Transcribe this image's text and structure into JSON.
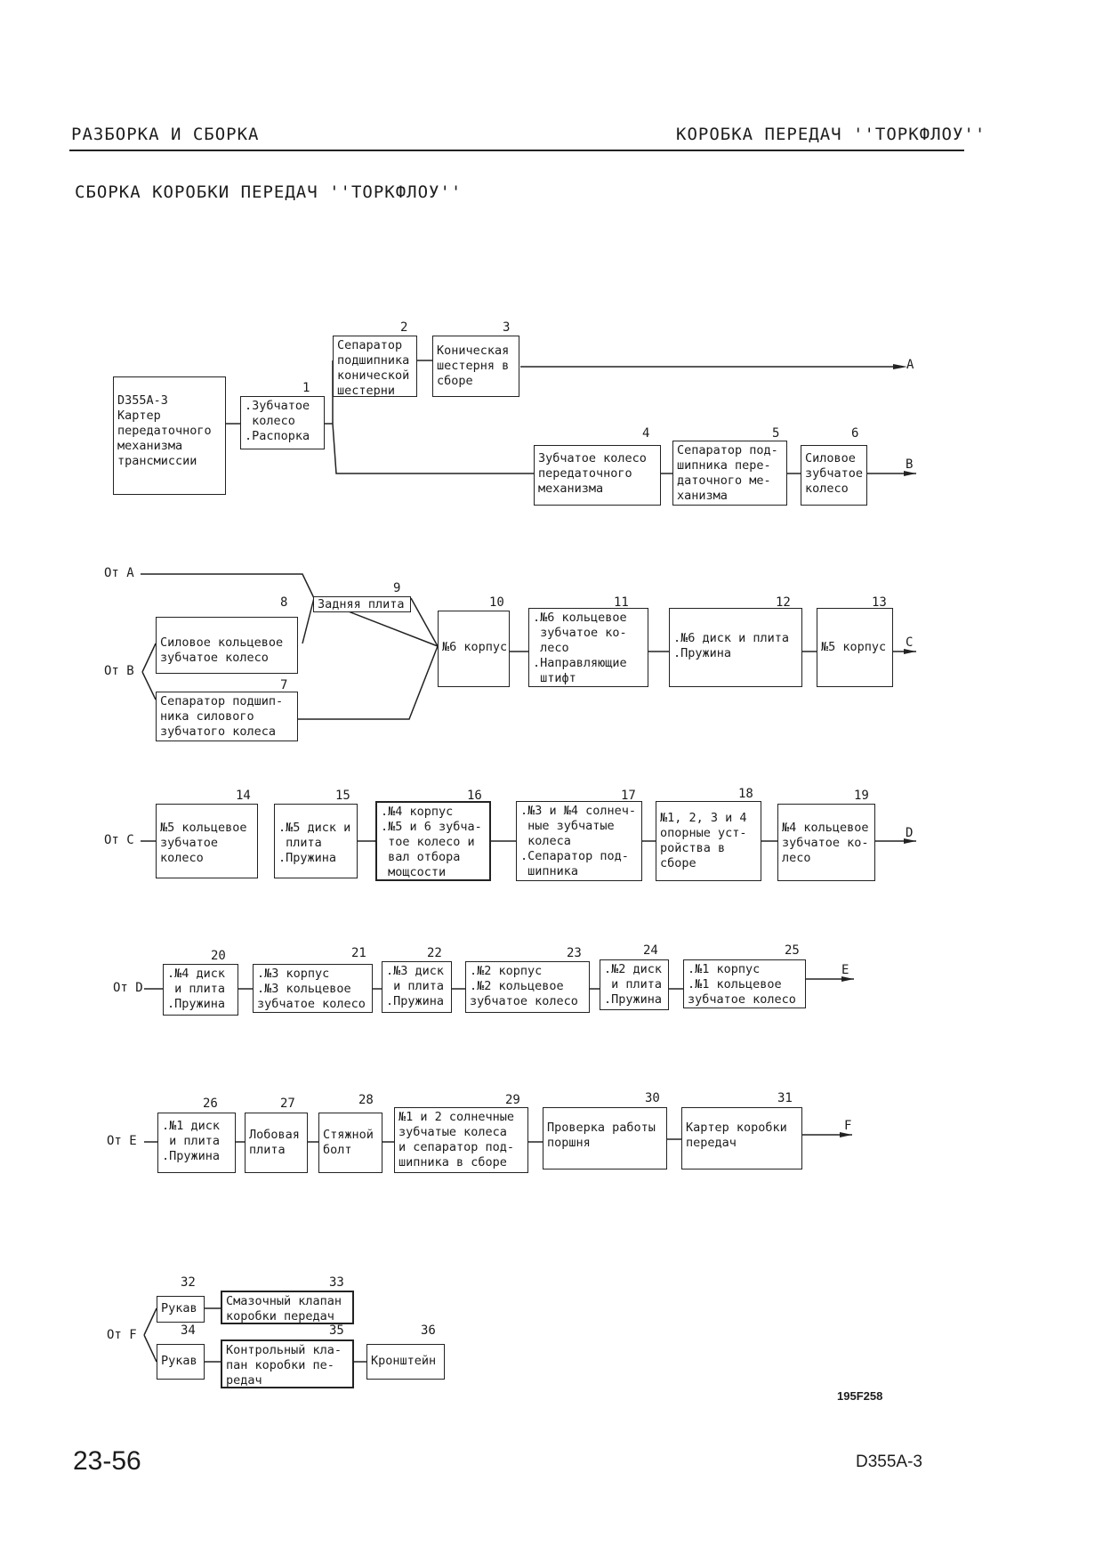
{
  "header": {
    "left": "РАЗБОРКА И СБОРКА",
    "right": "КОРОБКА ПЕРЕДАЧ ''ТОРКФЛОУ''",
    "title": "СБОРКА КОРОБКИ ПЕРЕДАЧ ''ТОРКФЛОУ''"
  },
  "boxes": {
    "base": "D355A-3\nКартер\nпередаточного\nмеханизма\nтрансмиссии",
    "b1": ".Зубчатое\n колесо\n.Распорка",
    "b2": "Сепаратор\nподшипника\nконической\nшестерни",
    "b3": "Коническая\nшестерня в\nсборе",
    "b4": "Зубчатое колесо\nпередаточного\nмеханизма",
    "b5": "Сепаратор под-\nшипника пере-\nдаточного ме-\nханизма",
    "b6": "Силовое\nзубчатое\nколесо",
    "b7": "Сепаратор подшип-\nника силового\nзубчатого колеса",
    "b8": "Силовое кольцевое\nзубчатое колесо",
    "b9": "Задняя плита",
    "b10": "№6 корпус",
    "b11": ".№6 кольцевое\n зубчатое ко-\n лесо\n.Направляющие\n штифт",
    "b12": ".№6 диск и плита\n.Пружина",
    "b13": "№5 корпус",
    "b14": "№5 кольцевое\nзубчатое\nколесо",
    "b15": ".№5 диск и\n плита\n.Пружина",
    "b16": ".№4 корпус\n.№5 и 6 зубча-\n тое колесо и\n вал отбора\n мощсости",
    "b17": ".№3 и №4 солнеч-\n ные зубчатые\n колеса\n.Сепаратор под-\n шипника",
    "b18": "№1, 2, 3 и 4\nопорные уст-\nройства в\nсборе",
    "b19": "№4 кольцевое\nзубчатое ко-\nлесо",
    "b20": ".№4 диск\n и плита\n.Пружина",
    "b21": ".№3 корпус\n.№3 кольцевое\nзубчатое колесо",
    "b22": ".№3 диск\n и плита\n.Пружина",
    "b23": ".№2 корпус\n.№2 кольцевое\nзубчатое колесо",
    "b24": ".№2 диск\n и плита\n.Пружина",
    "b25": ".№1 корпус\n.№1 кольцевое\nзубчатое колесо",
    "b26": ".№1 диск\n и плита\n.Пружина",
    "b27": "Лобовая\nплита",
    "b28": "Стяжной\nболт",
    "b29": "№1 и 2 солнечные\nзубчатые колеса\nи сепаратор под-\nшипника в сборе",
    "b30": "Проверка работы\nпоршня",
    "b31": "Картер коробки\nпередач",
    "b32": "Рукав",
    "b33": "Смазочный клапан\nкоробки передач",
    "b34": "Рукав",
    "b35": "Контрольный кла-\nпан коробки пе-\nредач",
    "b36": "Кронштейн"
  },
  "numbers": [
    "1",
    "2",
    "3",
    "4",
    "5",
    "6",
    "7",
    "8",
    "9",
    "10",
    "11",
    "12",
    "13",
    "14",
    "15",
    "16",
    "17",
    "18",
    "19",
    "20",
    "21",
    "22",
    "23",
    "24",
    "25",
    "26",
    "27",
    "28",
    "29",
    "30",
    "31",
    "32",
    "33",
    "34",
    "35",
    "36"
  ],
  "connectors": {
    "out_a": "A",
    "out_b": "B",
    "out_c": "C",
    "out_d": "D",
    "out_e": "E",
    "out_f": "F",
    "from_a": "От A",
    "from_b": "От B",
    "from_c": "От C",
    "from_d": "От D",
    "from_e": "От E",
    "from_f": "От F"
  },
  "footer": {
    "figure_code": "195F258",
    "page": "23-56",
    "model": "D355A-3"
  }
}
